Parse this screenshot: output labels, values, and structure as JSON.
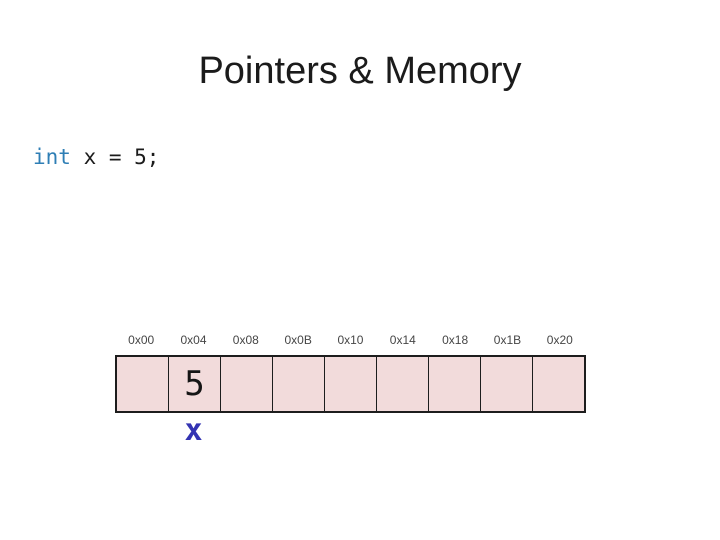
{
  "slide": {
    "title": "Pointers & Memory",
    "code_line": {
      "keyword": "int",
      "rest": " x = 5;"
    },
    "memory": {
      "addresses": [
        "0x00",
        "0x04",
        "0x08",
        "0x0B",
        "0x10",
        "0x14",
        "0x18",
        "0x1B",
        "0x20"
      ],
      "cell_values": [
        "",
        "5",
        "",
        "",
        "",
        "",
        "",
        "",
        ""
      ],
      "variable": {
        "label": "x",
        "cell_index": 1
      }
    },
    "colors": {
      "background": "#FFFFFF",
      "title_text": "#1B1B1B",
      "code_keyword": "#2E7EB5",
      "code_text": "#1B1B1B",
      "address_text": "#464646",
      "cell_fill": "#F2DBDB",
      "cell_border": "#1D1D1D",
      "variable_label": "#3333B2"
    }
  }
}
